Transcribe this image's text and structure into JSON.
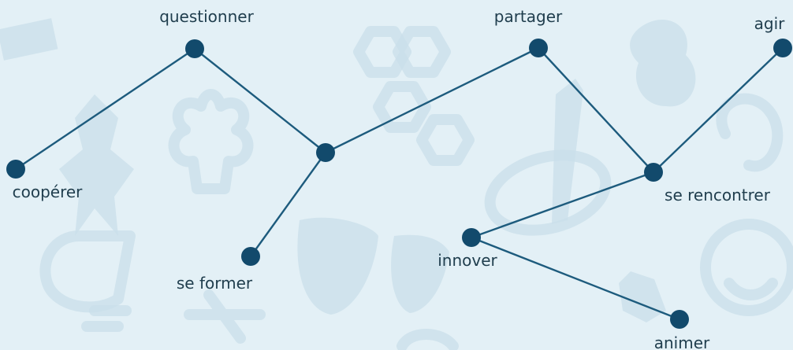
{
  "colors": {
    "background": "#e3f0f6",
    "decor": "#c9dfe9",
    "edge": "#1d5b7d",
    "node": "#124a6c",
    "text": "#1f3d4d"
  },
  "nodes": [
    {
      "id": "questionner",
      "label": "questionner"
    },
    {
      "id": "cooperer",
      "label": "coopérer"
    },
    {
      "id": "hub",
      "label": ""
    },
    {
      "id": "se-former",
      "label": "se former"
    },
    {
      "id": "partager",
      "label": "partager"
    },
    {
      "id": "se-rencontrer",
      "label": "se rencontrer"
    },
    {
      "id": "agir",
      "label": "agir"
    },
    {
      "id": "innover",
      "label": "innover"
    },
    {
      "id": "animer",
      "label": "animer"
    }
  ],
  "edges": [
    {
      "from": "cooperer",
      "to": "questionner"
    },
    {
      "from": "questionner",
      "to": "hub"
    },
    {
      "from": "hub",
      "to": "se-former"
    },
    {
      "from": "hub",
      "to": "partager"
    },
    {
      "from": "partager",
      "to": "se-rencontrer"
    },
    {
      "from": "se-rencontrer",
      "to": "agir"
    },
    {
      "from": "se-rencontrer",
      "to": "innover"
    },
    {
      "from": "innover",
      "to": "animer"
    }
  ]
}
